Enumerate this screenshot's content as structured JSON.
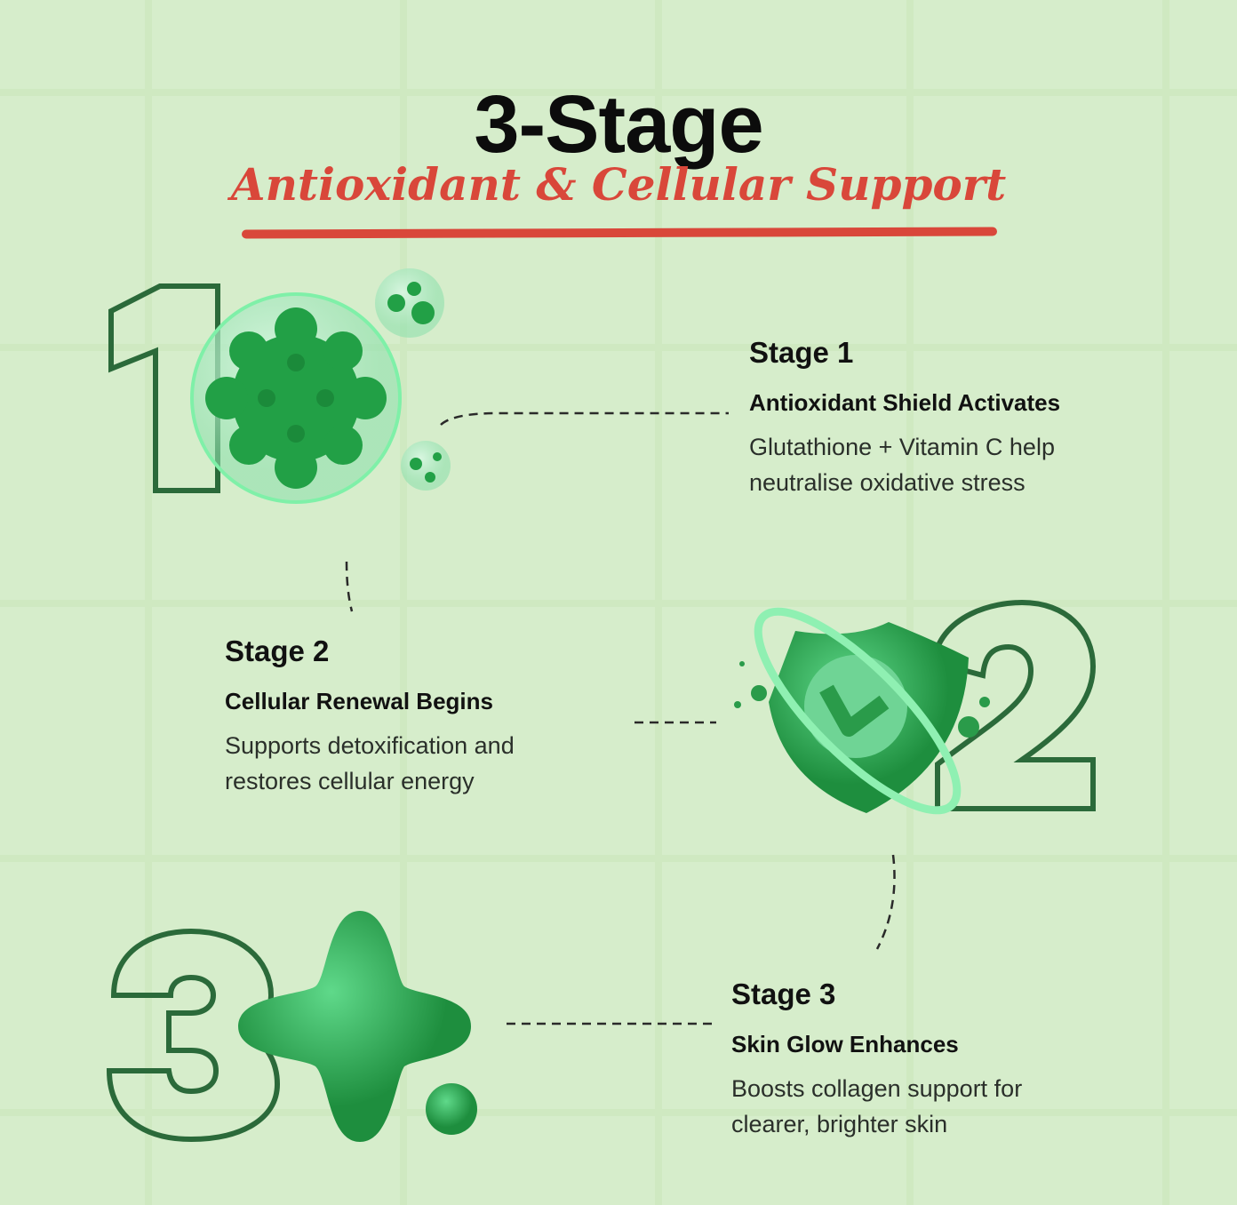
{
  "header": {
    "title": "3-Stage",
    "subtitle": "Antioxidant & Cellular Support"
  },
  "stages": [
    {
      "number": "1",
      "label": "Stage 1",
      "heading": "Antioxidant Shield Activates",
      "description": "Glutathione + Vitamin C help neutralise oxidative stress",
      "icon": "molecule-icon"
    },
    {
      "number": "2",
      "label": "Stage 2",
      "heading": "Cellular Renewal Begins",
      "description": "Supports detoxification and restores cellular energy",
      "icon": "shield-check-icon"
    },
    {
      "number": "3",
      "label": "Stage 3",
      "heading": "Skin Glow Enhances",
      "description": "Boosts collagen support for clearer, brighter skin",
      "icon": "sparkle-icon"
    }
  ],
  "colors": {
    "background": "#d6edcb",
    "accent": "#d9473a",
    "green": "#2a9b4a",
    "outline": "#2b6a3a"
  }
}
